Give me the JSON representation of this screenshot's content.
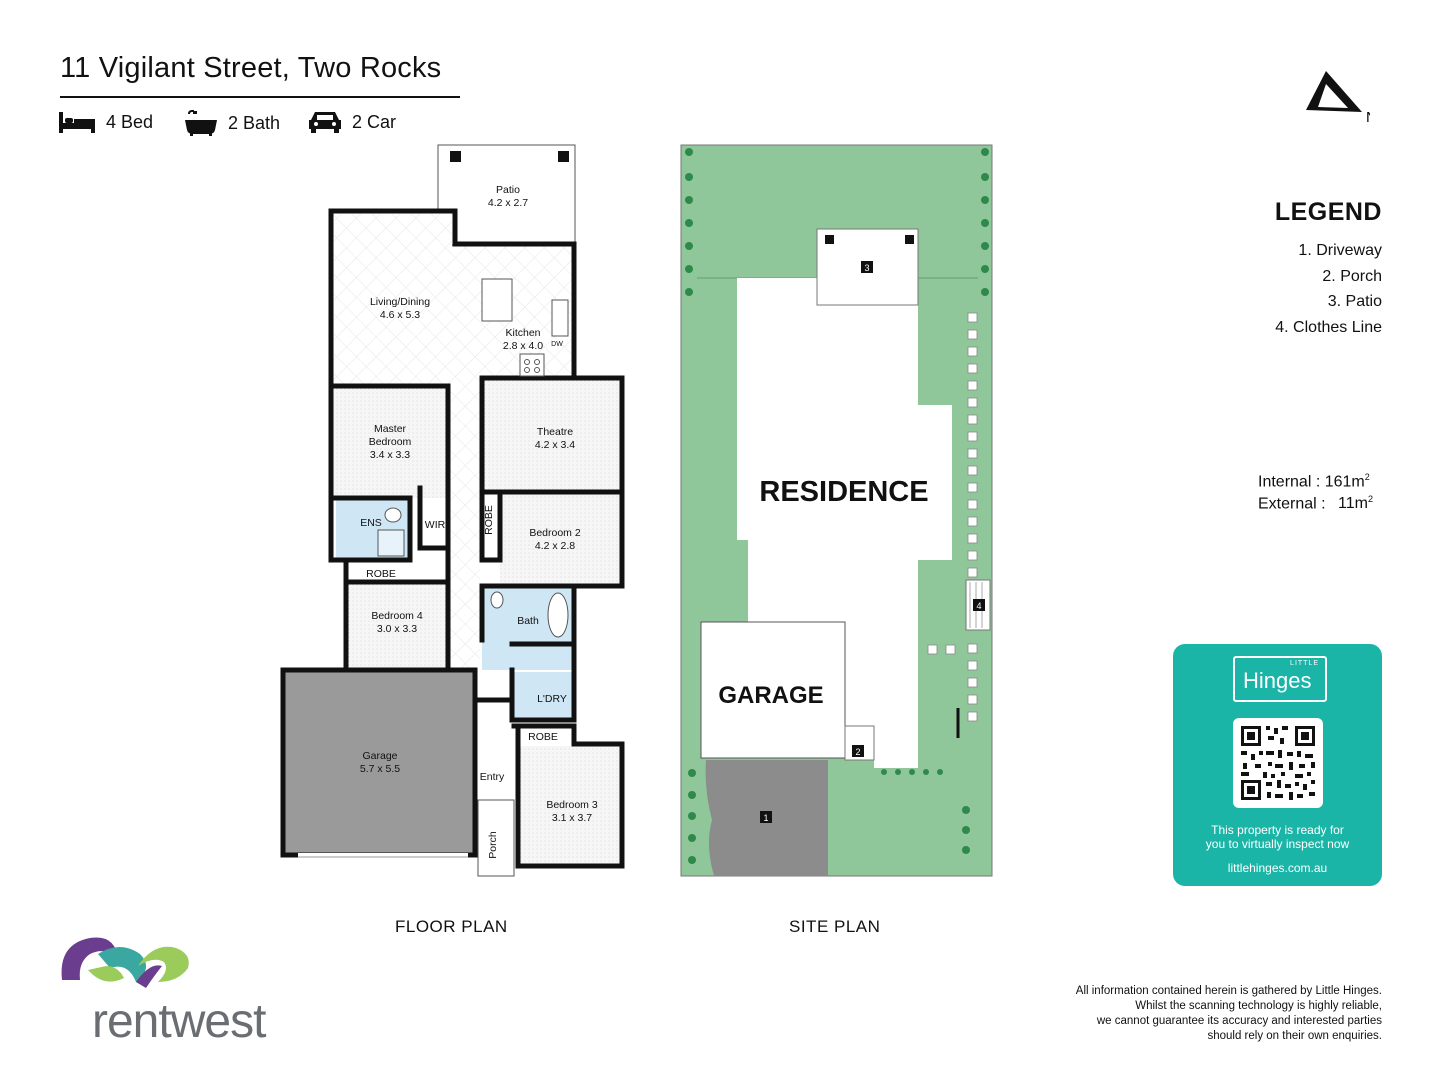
{
  "header": {
    "address": "11 Vigilant Street, Two Rocks",
    "features": [
      {
        "icon": "bed-icon",
        "label": "4 Bed"
      },
      {
        "icon": "bath-icon",
        "label": "2 Bath"
      },
      {
        "icon": "car-icon",
        "label": "2 Car"
      }
    ]
  },
  "compass": {
    "label": "N"
  },
  "legend": {
    "title": "LEGEND",
    "items": [
      "1. Driveway",
      "2. Porch",
      "3. Patio",
      "4. Clothes Line"
    ]
  },
  "areas": {
    "internal_label": "Internal",
    "internal_value": ": 161m",
    "external_label": "External :",
    "external_value": "11m",
    "unit_superscript": "2"
  },
  "floor_plan": {
    "caption": "FLOOR PLAN",
    "rooms": {
      "patio": {
        "name": "Patio",
        "size": "4.2 x 2.7"
      },
      "living": {
        "name": "Living/Dining",
        "size": "4.6 x 5.3"
      },
      "kitchen": {
        "name": "Kitchen",
        "size": "2.8 x 4.0"
      },
      "dw": "DW",
      "master": {
        "name1": "Master",
        "name2": "Bedroom",
        "size": "3.4 x 3.3"
      },
      "theatre": {
        "name": "Theatre",
        "size": "4.2 x 3.4"
      },
      "ens": "ENS",
      "wir": "WIR",
      "robe_vertical": "ROBE",
      "bed2": {
        "name": "Bedroom 2",
        "size": "4.2 x 2.8"
      },
      "robe_bed4": "ROBE",
      "bed4": {
        "name": "Bedroom 4",
        "size": "3.0 x 3.3"
      },
      "bath": "Bath",
      "laundry": "L'DRY",
      "garage": {
        "name": "Garage",
        "size": "5.7 x 5.5"
      },
      "robe_bed3": "ROBE",
      "entry": "Entry",
      "bed3": {
        "name": "Bedroom 3",
        "size": "3.1 x 3.7"
      },
      "porch": "Porch"
    }
  },
  "site_plan": {
    "caption": "SITE PLAN",
    "residence": "RESIDENCE",
    "garage": "GARAGE",
    "markers": [
      "1",
      "2",
      "3",
      "4"
    ]
  },
  "promo": {
    "logo_small": "LITTLE",
    "logo_text": "Hinges",
    "text_line1": "This property is ready for",
    "text_line2": "you to virtually inspect now",
    "url": "littlehinges.com.au"
  },
  "brand": {
    "name": "rentwest"
  },
  "disclaimer": {
    "line1": "All information contained herein is gathered by Little Hinges.",
    "line2": "Whilst the scanning technology is highly reliable,",
    "line3": "we cannot guarantee its accuracy and interested parties",
    "line4": "should rely on their own enquiries."
  },
  "colors": {
    "accent_teal": "#1bb5a8",
    "lawn_green": "#8fc79a",
    "wet_area_blue": "#cfe6f5",
    "garage_grey": "#9a9a9a",
    "driveway_grey": "#8c8c8c",
    "brand_purple": "#6a3d8f",
    "brand_green": "#9bcb5a",
    "brand_teal": "#3aa8a0",
    "brand_grey": "#6a6e72"
  }
}
